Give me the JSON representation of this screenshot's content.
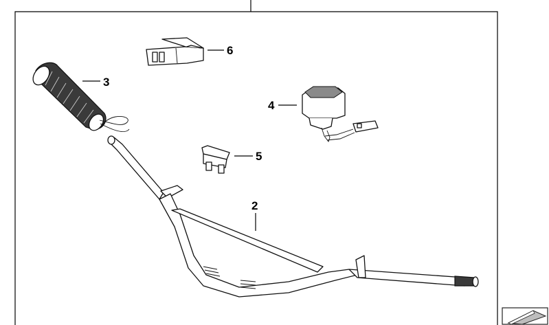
{
  "diagram": {
    "callouts": [
      {
        "id": "label-2",
        "text": "2"
      },
      {
        "id": "label-3",
        "text": "3"
      },
      {
        "id": "label-4",
        "text": "4"
      },
      {
        "id": "label-5",
        "text": "5"
      },
      {
        "id": "label-6",
        "text": "6"
      }
    ],
    "icons": {
      "nav": "catalog-page-arrow-icon"
    }
  }
}
